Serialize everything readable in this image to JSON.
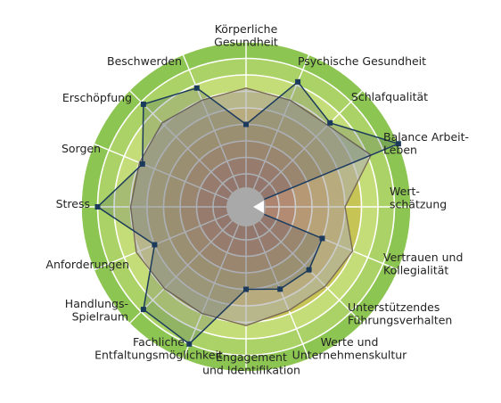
{
  "chart_data": {
    "type": "radar",
    "rlim": [
      0,
      10
    ],
    "rings": 10,
    "categories": [
      "Körperliche Gesundheit",
      "Psychische Gesundheit",
      "Schlafqualität",
      "Balance Arbeit-Leben",
      "Wertschätzung",
      "Vertrauen und Kollegialität",
      "Unterstützendes Führungsverhalten",
      "Werte und Unternehmenskultur",
      "Engagement und Identifikation",
      "Fachliche Entfaltungsmöglichkeit",
      "Handlungsspielraum",
      "Anforderungen",
      "Stress",
      "Sorgen",
      "Erschöpfung",
      "Beschwerden"
    ],
    "category_labels": [
      [
        "Körperliche",
        "Gesundheit"
      ],
      [
        "Psychische Gesundheit"
      ],
      [
        "Schlafqualität"
      ],
      [
        "Balance Arbeit-",
        "Leben"
      ],
      [
        "Wert-",
        "schätzung"
      ],
      [
        "Vertrauen und",
        "Kollegialität"
      ],
      [
        "Unterstützendes",
        "Führungsverhalten"
      ],
      [
        "Werte und",
        "Unternehmenskultur"
      ],
      [
        "Engagement",
        "und Identifikation"
      ],
      [
        "Fachliche",
        "Entfaltungsmöglichkeit"
      ],
      [
        "Handlungs-",
        "Spielraum"
      ],
      [
        "Anforderungen"
      ],
      [
        "Stress"
      ],
      [
        "Sorgen"
      ],
      [
        "Erschöpfung"
      ],
      [
        "Beschwerden"
      ]
    ],
    "series": [
      {
        "values": [
          5.0,
          8.2,
          7.2,
          10.0,
          0,
          5.0,
          5.4,
          5.4,
          5.0,
          9.0,
          8.8,
          6.0,
          9.0,
          6.8,
          8.8,
          7.8
        ],
        "color": "#1b3a5c"
      },
      {
        "values": [
          7.2,
          7.0,
          7.0,
          8.2,
          6.0,
          7.0,
          6.8,
          6.8,
          7.2,
          7.0,
          7.0,
          7.2,
          7.0,
          7.0,
          7.2,
          7.0
        ],
        "color": "#8a8a8a"
      }
    ],
    "colors": {
      "hub": "#a9a9a9",
      "ring_outer": "#7dbf4a",
      "ring_mid": "#c6de7a",
      "ring_inner": "#8a2c0a",
      "spoke": "#ffffff"
    },
    "grid": true
  }
}
